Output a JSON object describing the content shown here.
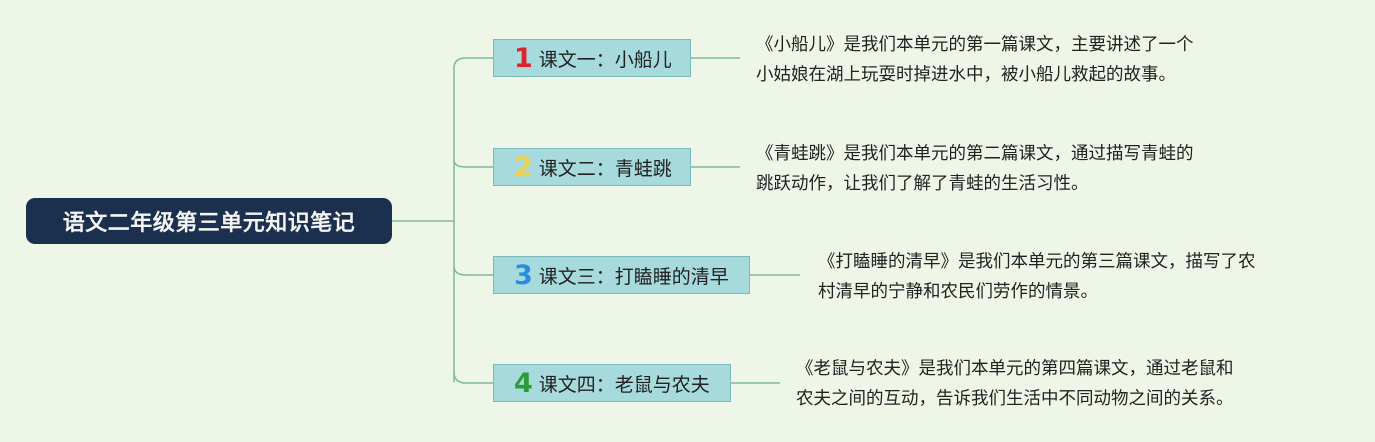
{
  "root": {
    "title": "语文二年级第三单元知识笔记"
  },
  "branches": [
    {
      "number": "1",
      "label": "课文一：小船儿",
      "color": "#d9262c",
      "note_line1": "《小船儿》是我们本单元的第一篇课文，主要讲述了一个",
      "note_line2": "小姑娘在湖上玩耍时掉进水中，被小船儿救起的故事。"
    },
    {
      "number": "2",
      "label": "课文二：青蛙跳",
      "color": "#f2d04a",
      "note_line1": "《青蛙跳》是我们本单元的第二篇课文，通过描写青蛙的",
      "note_line2": "跳跃动作，让我们了解了青蛙的生活习性。"
    },
    {
      "number": "3",
      "label": "课文三：打瞌睡的清早",
      "color": "#2a8ee0",
      "note_line1": "《打瞌睡的清早》是我们本单元的第三篇课文，描写了农",
      "note_line2": "村清早的宁静和农民们劳作的情景。"
    },
    {
      "number": "4",
      "label": "课文四：老鼠与农夫",
      "color": "#2e9b3a",
      "note_line1": "《老鼠与农夫》是我们本单元的第四篇课文，通过老鼠和",
      "note_line2": "农夫之间的互动，告诉我们生活中不同动物之间的关系。"
    }
  ],
  "colors": {
    "background": "#eef6e8",
    "root_fill": "#1b2f4e",
    "branch_fill": "#a7dadd",
    "connector": "#7fb8a4"
  }
}
